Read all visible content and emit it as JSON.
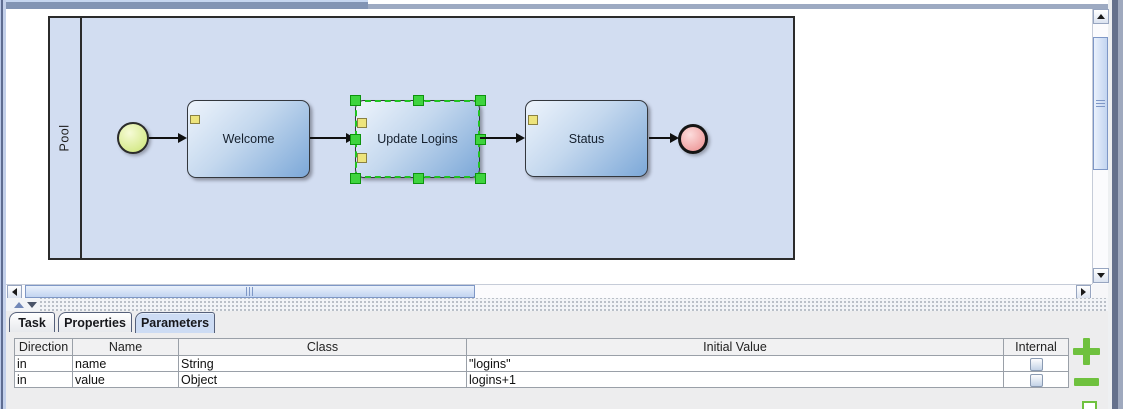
{
  "diagram": {
    "pool_label": "Pool",
    "tasks": [
      {
        "label": "Welcome",
        "selected": false
      },
      {
        "label": "Update Logins",
        "selected": true
      },
      {
        "label": "Status",
        "selected": false
      }
    ]
  },
  "tabs": [
    {
      "label": "Task",
      "selected": false
    },
    {
      "label": "Properties",
      "selected": false
    },
    {
      "label": "Parameters",
      "selected": true
    }
  ],
  "parameters_table": {
    "columns": [
      "Direction",
      "Name",
      "Class",
      "Initial Value",
      "Internal"
    ],
    "rows": [
      {
        "direction": "in",
        "name": "name",
        "class": "String",
        "initial_value": "\"logins\"",
        "internal_checked": false
      },
      {
        "direction": "in",
        "name": "value",
        "class": "Object",
        "initial_value": "logins+1",
        "internal_checked": false
      }
    ]
  },
  "icons": {
    "add": "plus-icon",
    "remove": "minus-icon",
    "task_marker": "yellow-data-marker"
  },
  "colors": {
    "accent_green": "#6fc13e",
    "selection_green": "#1fc41f",
    "pool_fill": "#d2ddf1",
    "task_fill_light": "#eef4fc",
    "task_fill_dark": "#7ca8d8",
    "start_event_fill": "#d8eb90",
    "end_event_fill": "#f0a4a4",
    "selected_tab_fill": "#cddcf4"
  }
}
